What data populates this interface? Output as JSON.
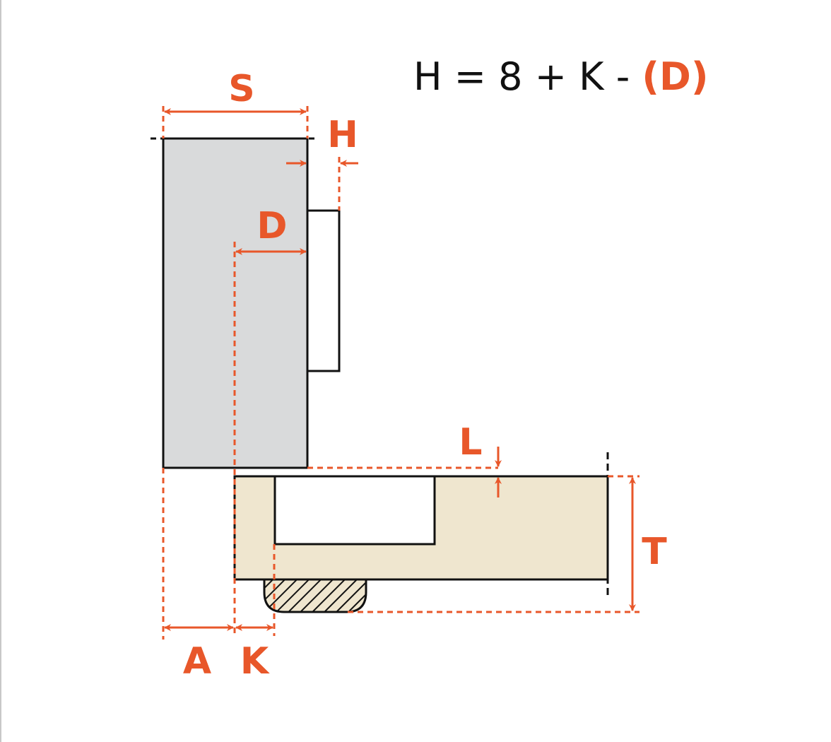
{
  "formula": {
    "prefix": "H = 8 + K - ",
    "highlight": "(D)"
  },
  "labels": {
    "S": "S",
    "H": "H",
    "D": "D",
    "L": "L",
    "T": "T",
    "A": "A",
    "K": "K"
  },
  "colors": {
    "accent": "#e8572a",
    "door": "#d9dadb",
    "cabinet": "#efe6cf",
    "line": "#111111"
  }
}
